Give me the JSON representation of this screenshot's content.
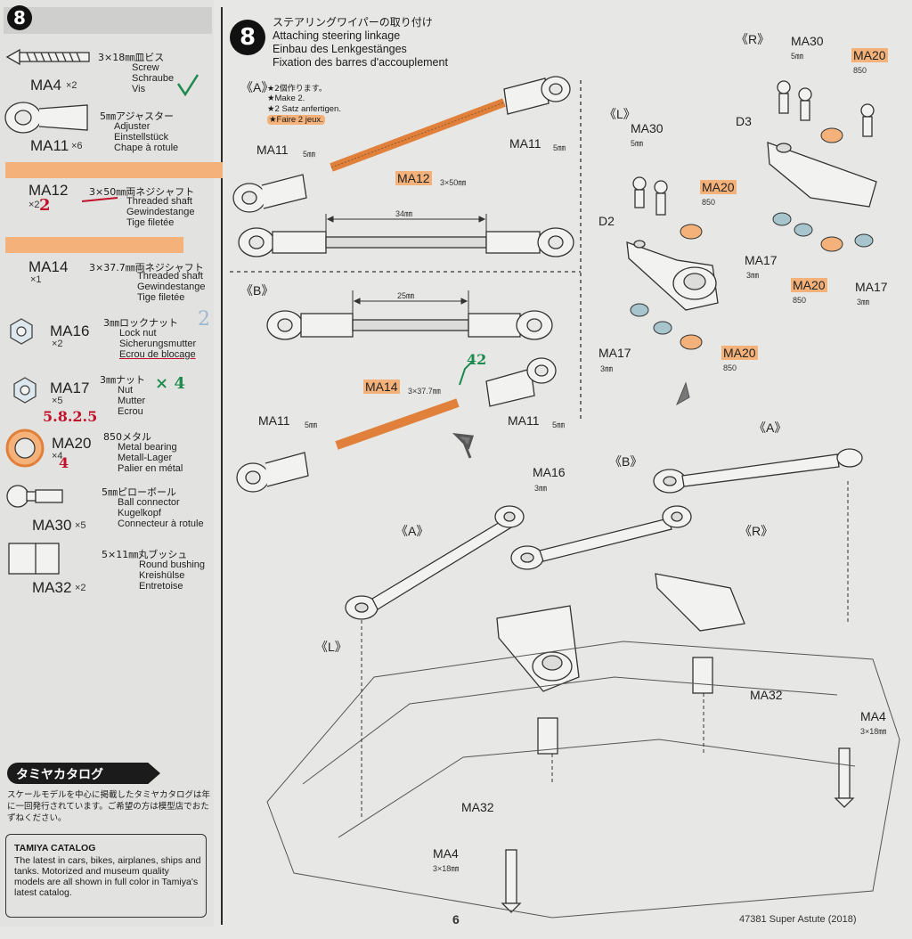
{
  "sidebar": {
    "step_number": "8",
    "parts": [
      {
        "code": "MA4",
        "qty": "×2",
        "jp": "3×18㎜皿ビス",
        "en": "Screw",
        "de": "Schraube",
        "fr": "Vis",
        "note": "✓"
      },
      {
        "code": "MA11",
        "qty": "×6",
        "jp": "5㎜アジャスター",
        "en": "Adjuster",
        "de": "Einstellstück",
        "fr": "Chape à rotule"
      },
      {
        "code": "MA12",
        "qty": "×2",
        "jp": "3×50㎜両ネジシャフト",
        "en": "Threaded shaft",
        "de": "Gewindestange",
        "fr": "Tige filetée",
        "note": "2"
      },
      {
        "code": "MA14",
        "qty": "×1",
        "jp": "3×37.7㎜両ネジシャフト",
        "en": "Threaded shaft",
        "de": "Gewindestange",
        "fr": "Tige filetée"
      },
      {
        "code": "MA16",
        "qty": "×2",
        "jp": "3㎜ロックナット",
        "en": "Lock nut",
        "de": "Sicherungsmutter",
        "fr": "Ecrou de blocage",
        "note": "2"
      },
      {
        "code": "MA17",
        "qty": "×5",
        "jp": "3㎜ナット",
        "en": "Nut",
        "de": "Mutter",
        "fr": "Ecrou",
        "note": "× 4"
      },
      {
        "code": "MA20",
        "qty": "×4",
        "jp": "850メタル",
        "en": "Metal bearing",
        "de": "Metall-Lager",
        "fr": "Palier en métal",
        "note": "5.8.2.5",
        "note2": "4"
      },
      {
        "code": "MA30",
        "qty": "×5",
        "jp": "5㎜ピローボール",
        "en": "Ball connector",
        "de": "Kugelkopf",
        "fr": "Connecteur à rotule"
      },
      {
        "code": "MA32",
        "qty": "×2",
        "jp": "5×11㎜丸ブッシュ",
        "en": "Round bushing",
        "de": "Kreishülse",
        "fr": "Entretoise"
      }
    ],
    "catalog_title_jp": "タミヤカタログ",
    "catalog_text_jp": "スケールモデルを中心に掲載したタミヤカタログは年に一回発行されています。ご希望の方は模型店でおたずねください。",
    "catalog_title_en": "TAMIYA CATALOG",
    "catalog_text_en": "The latest in cars, bikes, airplanes, ships and tanks. Motorized and museum quality models are all shown in full color in Tamiya's latest catalog."
  },
  "step": {
    "number": "8",
    "title_jp": "ステアリングワイパーの取り付け",
    "title_en": "Attaching steering linkage",
    "title_de": "Einbau des Lenkgestänges",
    "title_fr": "Fixation des barres d'accouplement"
  },
  "sectionA": {
    "label": "《A》",
    "note_jp": "★2個作ります。",
    "note_en": "★Make 2.",
    "note_de": "★2 Satz anfertigen.",
    "note_fr": "★Faire 2 jeux.",
    "ma11_left": "MA11",
    "ma11_right": "MA11",
    "size5": "5㎜",
    "shaft_code": "MA12",
    "shaft_size": "3×50㎜",
    "length": "34㎜"
  },
  "sectionB": {
    "label": "《B》",
    "length": "25㎜",
    "shaft_code": "MA14",
    "shaft_size": "3×37.7㎜",
    "handwritten": "42",
    "ma11_left": "MA11",
    "ma11_right": "MA11",
    "size5": "5㎜"
  },
  "sectionL": {
    "label": "《L》",
    "ma30": "MA30",
    "ma30_size": "5㎜",
    "ma20": "MA20",
    "ma20_sub": "850",
    "d2": "D2",
    "ma17": "MA17",
    "ma17_size": "3㎜",
    "ma20b": "MA20",
    "ma20b_sub": "850"
  },
  "sectionR": {
    "label": "《R》",
    "ma30": "MA30",
    "ma30_size": "5㎜",
    "ma20": "MA20",
    "ma20_sub": "850",
    "d3": "D3",
    "ma17a": "MA17",
    "ma17a_size": "3㎜",
    "ma20b": "MA20",
    "ma20b_sub": "850",
    "ma17b": "MA17",
    "ma17b_size": "3㎜"
  },
  "assembly": {
    "label_A": "《A》",
    "label_A2": "《A》",
    "label_B": "《B》",
    "label_R": "《R》",
    "label_L": "《L》",
    "ma16": "MA16",
    "ma16_size": "3㎜",
    "ma32_right": "MA32",
    "ma32_left": "MA32",
    "ma4_right": "MA4",
    "ma4_right_size": "3×18㎜",
    "ma4_bottom": "MA4",
    "ma4_bottom_size": "3×18㎜"
  },
  "footer": {
    "page_number": "6",
    "model": "47381 Super Astute (2018)"
  },
  "colors": {
    "highlight": "#f4b27a",
    "red_ink": "#c2112a",
    "green_ink": "#1d8a4e"
  }
}
